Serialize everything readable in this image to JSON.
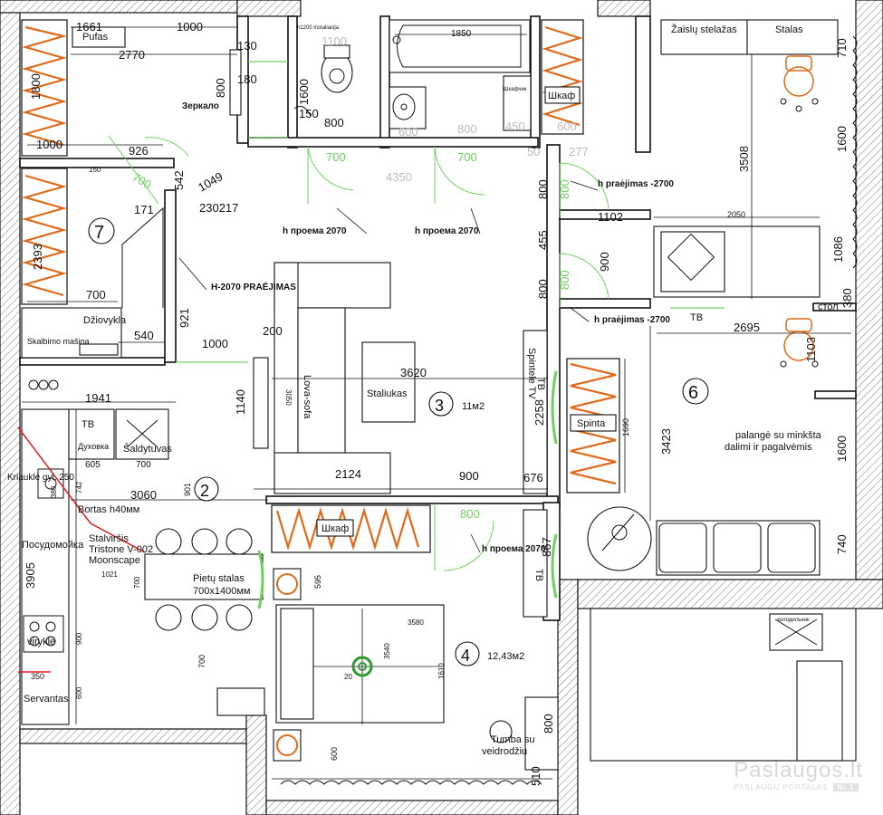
{
  "watermark": {
    "brand": "Paslaugos.lt",
    "tagline": "PASLAUGŲ PORTALAS",
    "badge": "Nr.1"
  },
  "rooms": {
    "r2": "2",
    "r3": "3",
    "r3_area": "11м2",
    "r4": "4",
    "r4_area": "12,43м2",
    "r6": "6",
    "r7": "7"
  },
  "labels": {
    "pufas": "Pufas",
    "zerkalo": "Зеркало",
    "instal": "h1200 instaliacija",
    "shkaf_top": "Шкаф",
    "shkafchik": "Шкафчик",
    "zaislu": "Žaislų stelažas",
    "stalas": "Stalas",
    "praejimas1": "h praėjimas -2700",
    "praejimas2": "h praėjimas -2700",
    "proema1": "h проема 2070",
    "proema2": "h проема 2070",
    "proema3": "h проема 2070",
    "h2070": "H-2070 PRAĖJIMAS",
    "dziovykla": "Džiovykla",
    "skalbimo": "Skalbimo mašina",
    "lovasofa": "Lova-sofa",
    "staliukas": "Staliukas",
    "spintele_tv": "Spintele TV",
    "tb1": "TB",
    "tb2": "TB",
    "tb3": "TB",
    "tb4": "TB",
    "spinta": "Spinta",
    "duxovka": "Духовка",
    "saldytuvas": "Šaldytuvas",
    "kriaukle": "Kriauklė gyl. 250",
    "bortas": "Bortas h40мм",
    "stalvirsis1": "Stalviršis",
    "stalvirsis2": "Tristone V-002",
    "stalvirsis3": "Moonscape",
    "posudomoika": "Посудомойка",
    "viryk": "viryklė",
    "servantas": "Servantas",
    "pietu1": "Pietų stalas",
    "pietu2": "700x1400мм",
    "shkaf_mid": "Шкаф",
    "palange1": "palangė su minkšta",
    "palange2": "dalimi ir pagalvėmis",
    "stol": "стол",
    "holod": "холодильник",
    "tumba1": "Tumbа su",
    "tumba2": "veidrodžiu"
  },
  "dims": {
    "d1661": "1661",
    "d1000a": "1000",
    "d2770": "2770",
    "d1800": "1800",
    "d1000b": "1000",
    "d130": "130",
    "d180": "180",
    "d800a": "800",
    "d1600a": "1600",
    "d150": "150",
    "d800b": "800",
    "d1100": "1100",
    "d1850": "1850",
    "d600a": "600",
    "d800c": "800",
    "d450": "450",
    "d600b": "600",
    "d50": "50",
    "d277": "277",
    "d926": "926",
    "d542": "542",
    "d1049": "1049",
    "d171": "171",
    "d230217": "230217",
    "d700a": "700",
    "d150b": "150",
    "d4350": "4350",
    "d700b": "700",
    "d700c": "700",
    "d2393": "2393",
    "d700d": "700",
    "d540": "540",
    "d921": "921",
    "d1000c": "1000",
    "d200": "200",
    "d1941": "1941",
    "d605": "605",
    "d700e": "700",
    "d3060": "3060",
    "d901": "901",
    "d1140": "1140",
    "d3050": "3050",
    "d3620": "3620",
    "d2124": "2124",
    "d900a": "900",
    "d676": "676",
    "d2258": "2258",
    "d1690": "1690",
    "d867": "867",
    "d800d": "800",
    "d455": "455",
    "d800e": "800",
    "d900b": "900",
    "d800f": "800",
    "d1102": "1102",
    "d2050": "2050",
    "d1086": "1086",
    "d380": "380",
    "d2695": "2695",
    "d1103": "1103",
    "d3423": "3423",
    "d1600b": "1600",
    "d1600c": "1600",
    "d740": "740",
    "d710": "710",
    "d3508": "3508",
    "d3905": "3905",
    "d1021": "1021",
    "d700f": "700",
    "d900c": "900",
    "d350": "350",
    "d600c": "600",
    "d700g": "700",
    "d595": "595",
    "d3580": "3580",
    "d3540": "3540",
    "d1610": "1610",
    "d20": "20",
    "d600d": "600",
    "d800g": "800",
    "d510": "510",
    "d380b": "380",
    "d742": "742",
    "d800h": "800"
  }
}
